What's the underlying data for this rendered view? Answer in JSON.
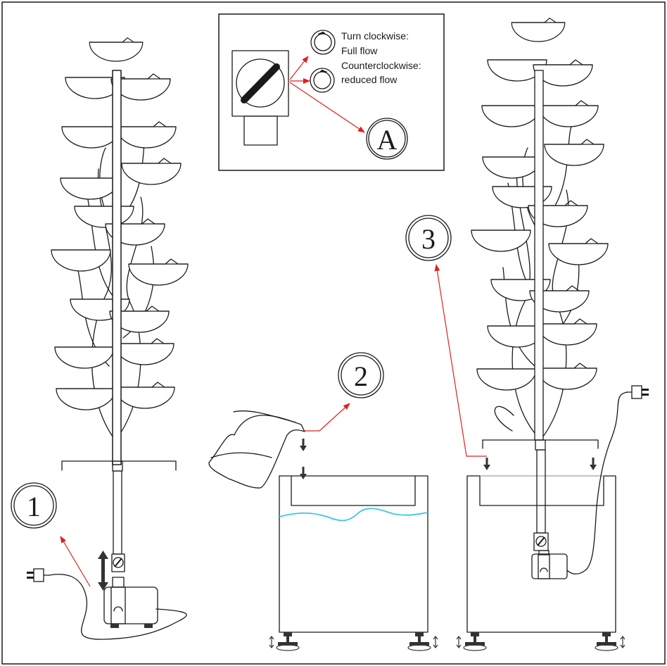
{
  "legend": {
    "line1": "Turn clockwise:",
    "line2": "Full flow",
    "line3": "Counterclockwise:",
    "line4": "reduced flow",
    "marker_label": "A"
  },
  "steps": [
    {
      "number": "1"
    },
    {
      "number": "2"
    },
    {
      "number": "3"
    }
  ],
  "colors": {
    "line": "#1a1a1a",
    "arrow": "#e02020",
    "water": "#3ec8e0",
    "background": "#ffffff"
  }
}
